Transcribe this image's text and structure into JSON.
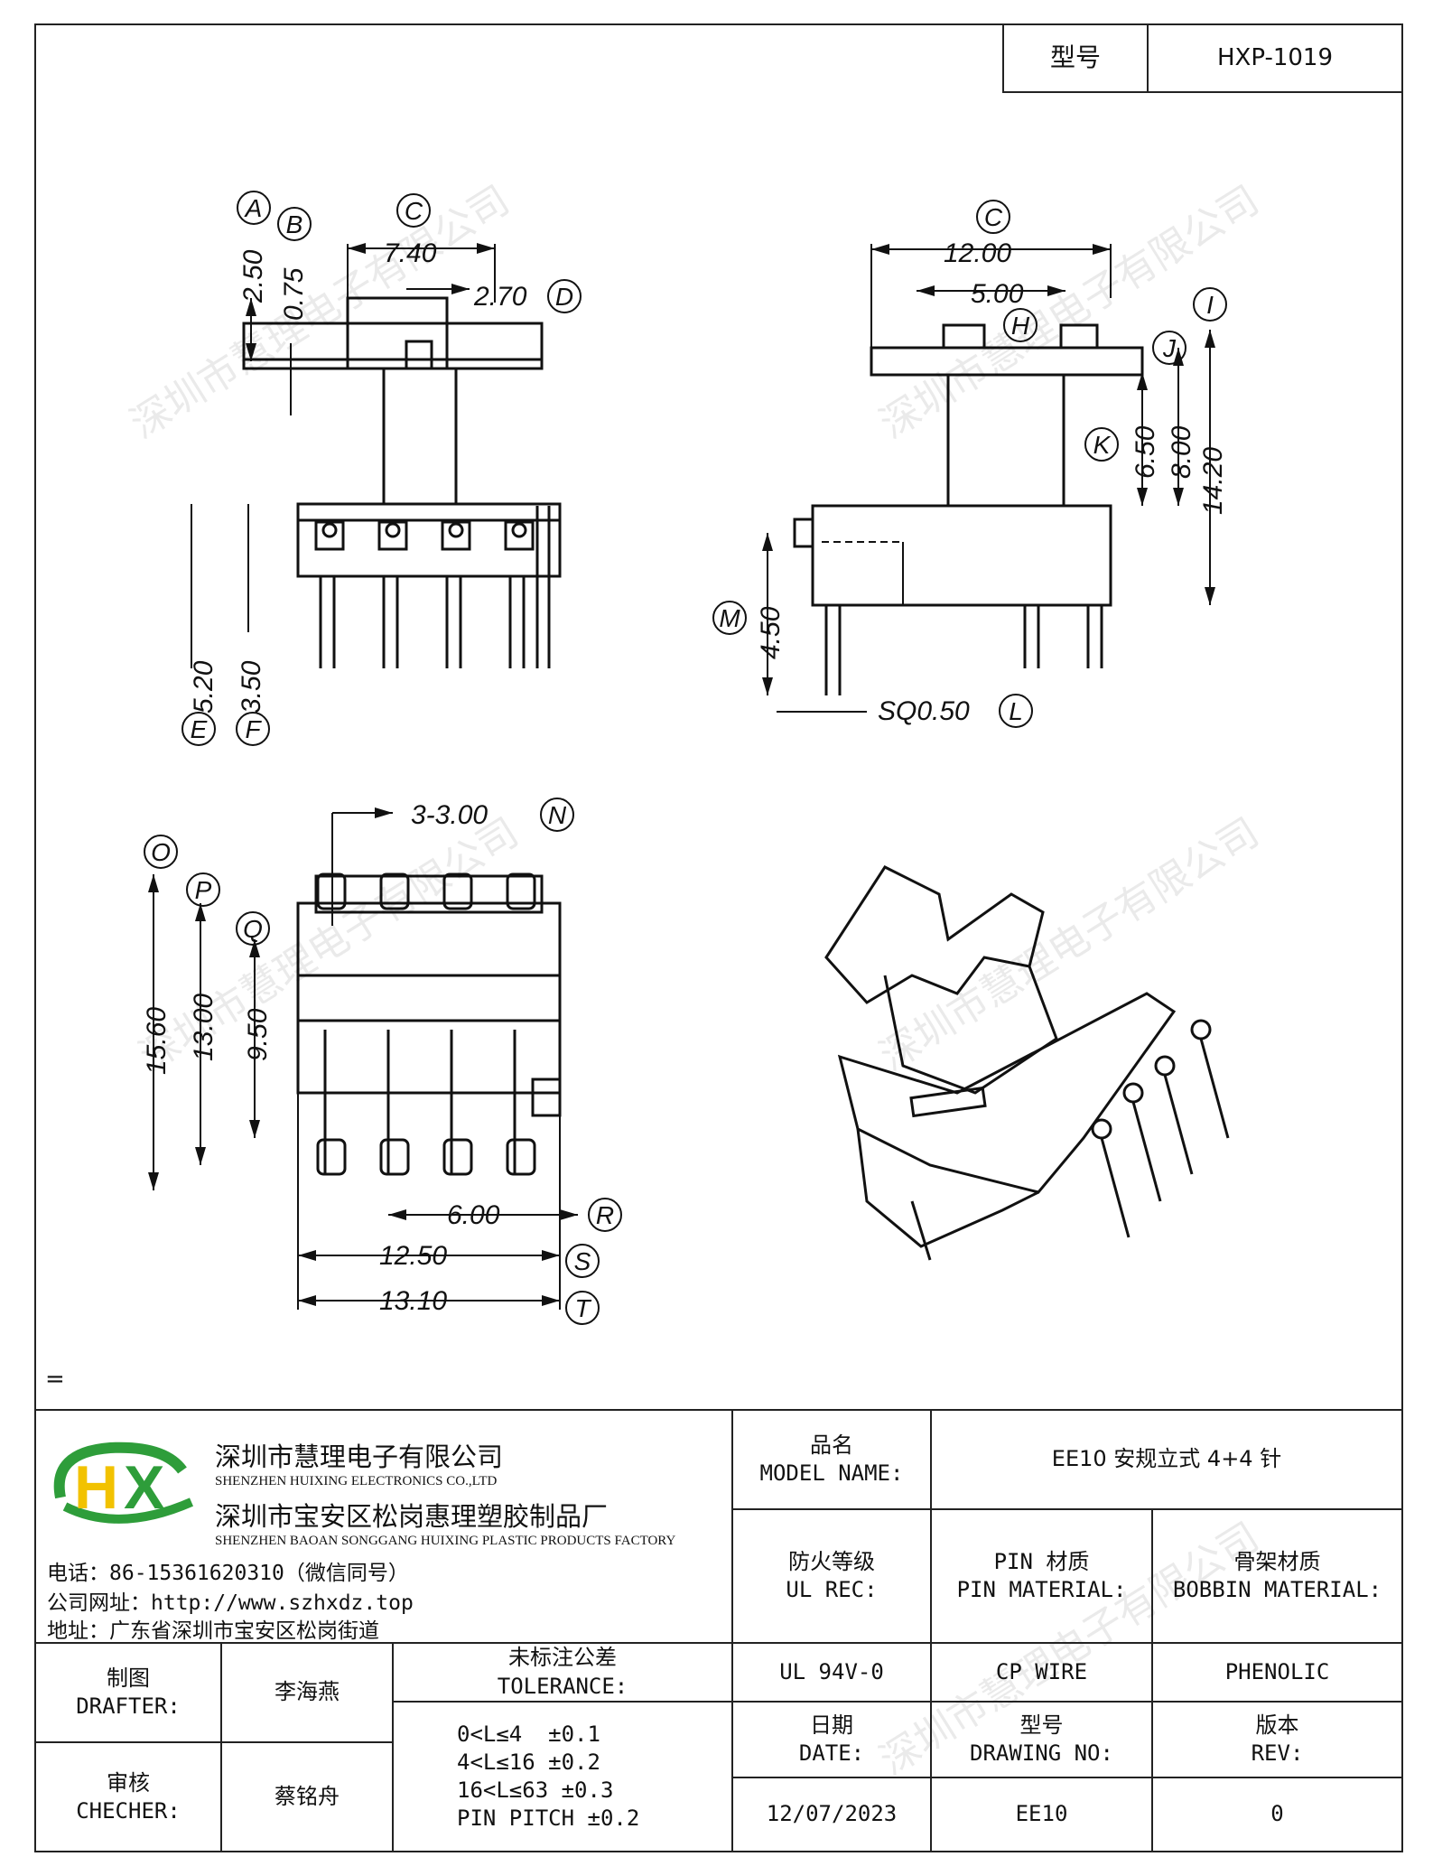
{
  "header": {
    "model_label": "型号",
    "model_value": "HXP-1019"
  },
  "drawing": {
    "front": {
      "dim_C": "7.40",
      "dim_D": "2.70",
      "dim_A": "2.50",
      "dim_B": "0.75",
      "dim_E": "5.20",
      "dim_F": "3.50"
    },
    "side": {
      "dim_C": "12.00",
      "dim_H": "5.00",
      "dim_K": "6.50",
      "dim_J": "8.00",
      "dim_I": "14.20",
      "dim_M": "4.50",
      "dim_L": "SQ0.50"
    },
    "bottom": {
      "dim_N": "3-3.00",
      "dim_O": "15.60",
      "dim_P": "13.00",
      "dim_Q": "9.50",
      "dim_R": "6.00",
      "dim_S": "12.50",
      "dim_T": "13.10"
    },
    "letters": [
      "A",
      "B",
      "C",
      "D",
      "E",
      "F",
      "C",
      "H",
      "I",
      "J",
      "K",
      "M",
      "L",
      "N",
      "O",
      "P",
      "Q",
      "R",
      "S",
      "T"
    ]
  },
  "watermark_text": "深圳市慧理电子有限公司",
  "eq_mark": "=",
  "company": {
    "name_cn1": "深圳市慧理电子有限公司",
    "name_en1": "SHENZHEN HUIXING ELECTRONICS CO.,LTD",
    "name_cn2": "深圳市宝安区松岗惠理塑胶制品厂",
    "name_en2": "SHENZHEN BAOAN SONGGANG HUIXING PLASTIC PRODUCTS FACTORY",
    "phone": "电话：86-15361620310（微信同号）",
    "website": "公司网址：http://www.szhxdz.top",
    "address": "地址：广东省深圳市宝安区松岗街道"
  },
  "logo": {
    "letters": "HX",
    "green": "#2e9d3a",
    "yellow": "#f2c200"
  },
  "titleblock": {
    "model_name_label_cn": "品名",
    "model_name_label_en": "MODEL NAME:",
    "model_name_value": "EE10 安规立式 4+4 针",
    "ul_label_cn": "防火等级",
    "ul_label_en": "UL REC:",
    "pin_label_cn": "PIN 材质",
    "pin_label_en": "PIN MATERIAL:",
    "bobbin_label_cn": "骨架材质",
    "bobbin_label_en": "BOBBIN MATERIAL:",
    "ul_value": "UL 94V-0",
    "pin_value": "CP WIRE",
    "bobbin_value": "PHENOLIC",
    "date_label_cn": "日期",
    "date_label_en": "DATE:",
    "drawing_no_label_cn": "型号",
    "drawing_no_label_en": "DRAWING NO:",
    "rev_label_cn": "版本",
    "rev_label_en": "REV:",
    "date_value": "12/07/2023",
    "drawing_no_value": "EE10",
    "rev_value": "0",
    "drafter_label_cn": "制图",
    "drafter_label_en": "DRAFTER:",
    "drafter_value": "李海燕",
    "checker_label_cn": "审核",
    "checker_label_en": "CHECHER:",
    "checker_value": "蔡铭舟",
    "tolerance_label_cn": "未标注公差",
    "tolerance_label_en": "TOLERANCE:",
    "tolerance_lines": [
      "0<L≤4  ±0.1",
      "4<L≤16 ±0.2",
      "16<L≤63 ±0.3",
      "PIN PITCH ±0.2"
    ]
  }
}
